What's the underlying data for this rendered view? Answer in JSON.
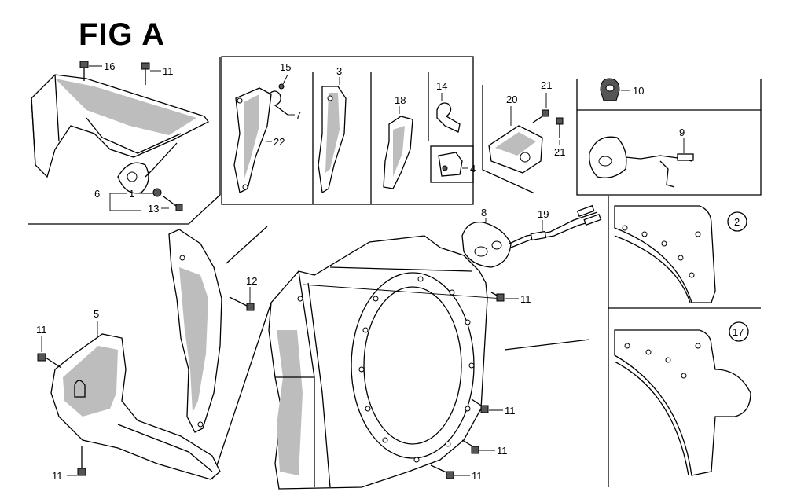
{
  "figure": {
    "title": "FIG A"
  },
  "callouts": {
    "c16": "16",
    "c11_top": "11",
    "c6": "6",
    "c1": "1",
    "c13": "13",
    "c15": "15",
    "c7": "7",
    "c22": "22",
    "c3": "3",
    "c18": "18",
    "c14": "14",
    "c4": "4",
    "c20": "20",
    "c21a": "21",
    "c21b": "21",
    "c10": "10",
    "c9": "9",
    "c8": "8",
    "c19": "19",
    "c12": "12",
    "c5": "5",
    "c11_left": "11",
    "c11_bottom": "11",
    "c11_mid": "11",
    "c11_r1": "11",
    "c11_r2": "11",
    "c11_r3": "11"
  },
  "details": {
    "d2": "2",
    "d17": "17"
  },
  "colors": {
    "line": "#000000",
    "shade": "#bdbdbd",
    "background": "#ffffff"
  }
}
